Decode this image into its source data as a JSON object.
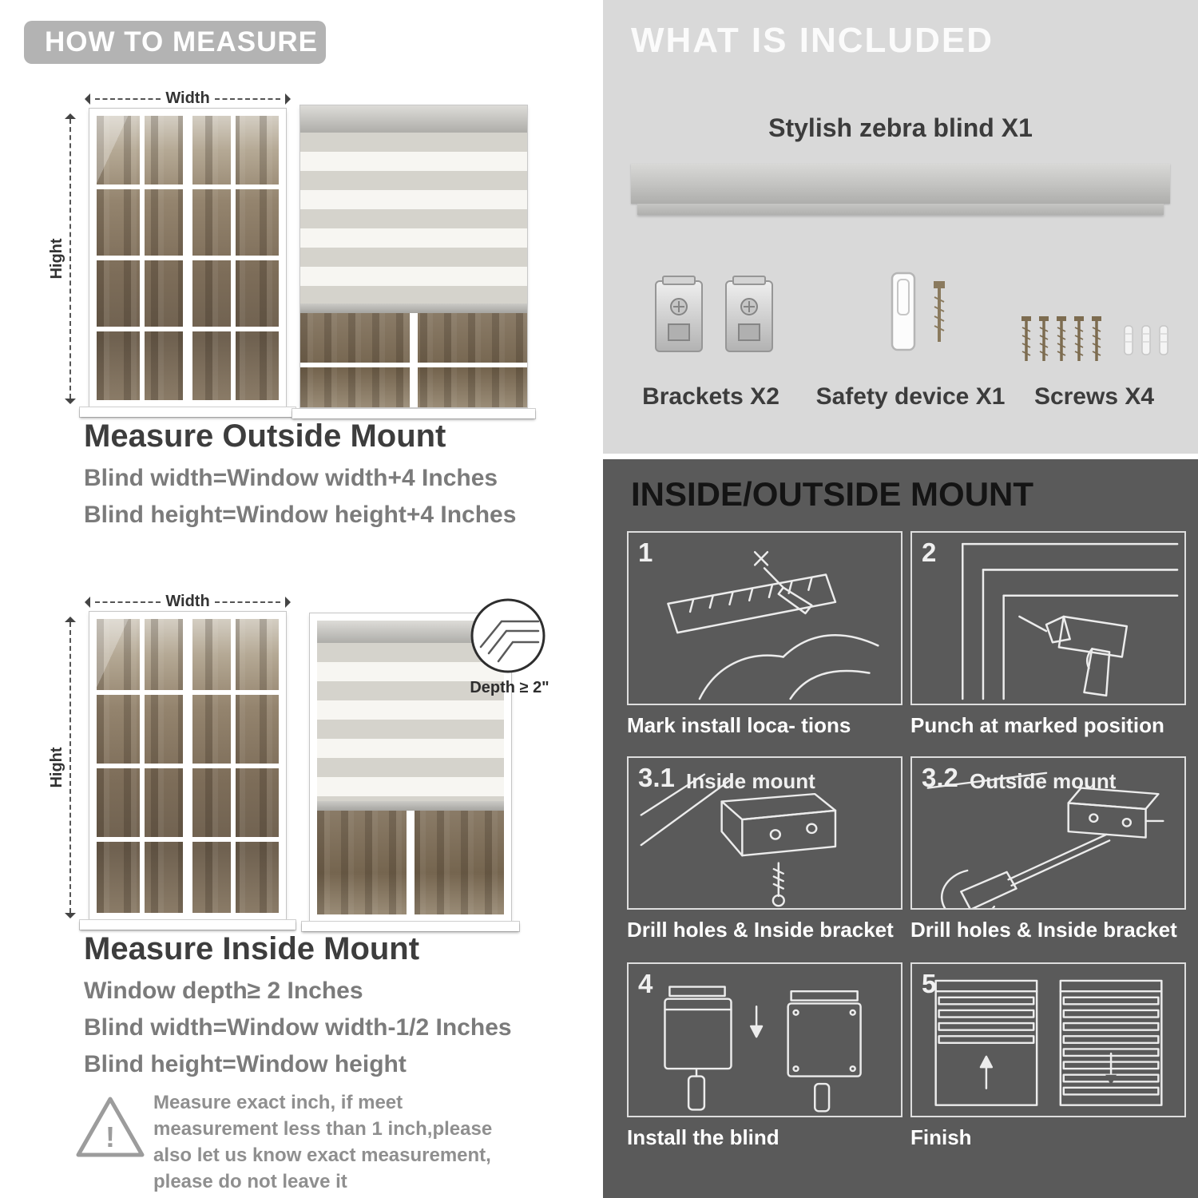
{
  "left": {
    "header": "HOW TO MEASURE",
    "outside": {
      "width_label": "Width",
      "height_label": "Hight",
      "title": "Measure Outside Mount",
      "line1": "Blind width=Window width+4 Inches",
      "line2": "Blind height=Window height+4 Inches"
    },
    "inside": {
      "width_label": "Width",
      "height_label": "Hight",
      "depth_label": "Depth ≥ 2\"",
      "title": "Measure Inside Mount",
      "line1": "Window depth≥ 2 Inches",
      "line2": "Blind width=Window width-1/2 Inches",
      "line3": "Blind height=Window height"
    },
    "warning_mark": "!",
    "warning": "Measure exact inch, if meet measurement less than 1 inch,please also let us know exact measurement, please do not leave it"
  },
  "right": {
    "included": {
      "header": "WHAT IS INCLUDED",
      "blind_label": "Stylish zebra blind X1",
      "items": [
        {
          "label": "Brackets X2"
        },
        {
          "label": "Safety device X1"
        },
        {
          "label": "Screws X4"
        }
      ]
    },
    "mount": {
      "header": "INSIDE/OUTSIDE MOUNT",
      "steps": [
        {
          "num": "1",
          "label": "",
          "caption": "Mark install loca- tions"
        },
        {
          "num": "2",
          "label": "",
          "caption": "Punch at  marked position"
        },
        {
          "num": "3.1",
          "label": "Inside mount",
          "caption": "Drill holes &  Inside bracket"
        },
        {
          "num": "3.2",
          "label": "Outside mount",
          "caption": "Drill holes &  Inside bracket"
        },
        {
          "num": "4",
          "label": "",
          "caption": "Install the blind"
        },
        {
          "num": "5",
          "label": "",
          "caption": "Finish"
        }
      ]
    },
    "colors": {
      "panel_light": "#d9d9d9",
      "panel_dark": "#5a5a5a",
      "badge_gray": "#b3b3b3"
    }
  }
}
